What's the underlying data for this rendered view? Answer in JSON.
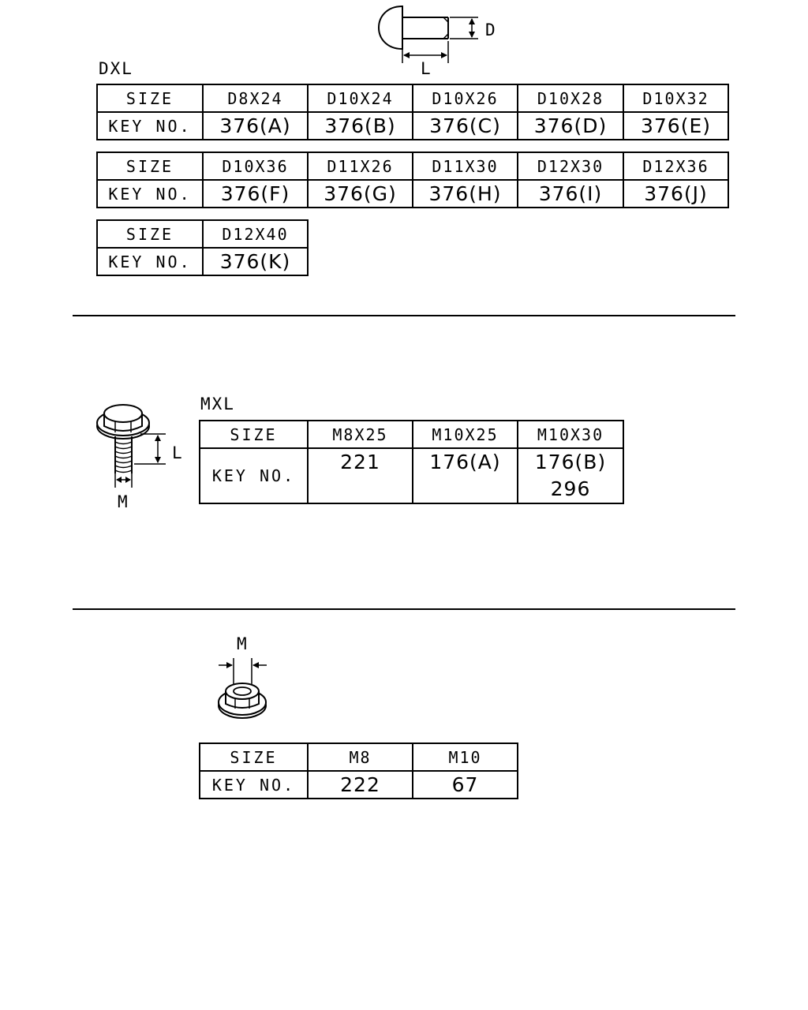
{
  "section_rivet": {
    "caption": "DXL",
    "dim_d": "D",
    "dim_l": "L",
    "size_label": "SIZE",
    "key_label": "KEY NO.",
    "rows": [
      {
        "sizes": [
          "D8X24",
          "D10X24",
          "D10X26",
          "D10X28",
          "D10X32"
        ],
        "keys": [
          "376(A)",
          "376(B)",
          "376(C)",
          "376(D)",
          "376(E)"
        ]
      },
      {
        "sizes": [
          "D10X36",
          "D11X26",
          "D11X30",
          "D12X30",
          "D12X36"
        ],
        "keys": [
          "376(F)",
          "376(G)",
          "376(H)",
          "376(I)",
          "376(J)"
        ]
      },
      {
        "sizes": [
          "D12X40"
        ],
        "keys": [
          "376(K)"
        ]
      }
    ]
  },
  "section_bolt": {
    "caption": "MXL",
    "dim_l": "L",
    "dim_m": "M",
    "size_label": "SIZE",
    "key_label": "KEY NO.",
    "sizes": [
      "M8X25",
      "M10X25",
      "M10X30"
    ],
    "keys": [
      [
        "221"
      ],
      [
        "176(A)"
      ],
      [
        "176(B)",
        "296"
      ]
    ]
  },
  "section_nut": {
    "dim_m": "M",
    "size_label": "SIZE",
    "key_label": "KEY NO.",
    "sizes": [
      "M8",
      "M10"
    ],
    "keys": [
      "222",
      "67"
    ]
  }
}
